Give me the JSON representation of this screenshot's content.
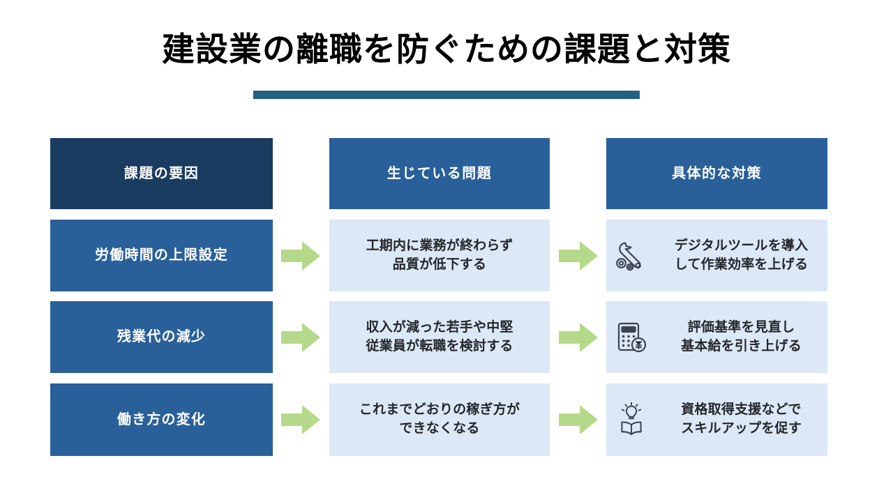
{
  "slide": {
    "title": "建設業の離職を防ぐための課題と対策",
    "accent_color": "#246180",
    "header_dark_color": "#1b3c61",
    "header_blue_color": "#2a6099",
    "light_cell_color": "#dce8f5",
    "arrow_color": "#b5d98a"
  },
  "columns": [
    {
      "header": "課題の要因"
    },
    {
      "header": "生じている問題"
    },
    {
      "header": "具体的な対策"
    }
  ],
  "rows": [
    {
      "cause": "労働時間の上限設定",
      "problem_line1": "工期内に業務が終わらず",
      "problem_line2": "品質が低下する",
      "measure_icon": "wrench-gear-icon",
      "measure_line1": "デジタルツールを導入",
      "measure_line2": "して作業効率を上げる"
    },
    {
      "cause": "残業代の減少",
      "problem_line1": "収入が減った若手や中堅",
      "problem_line2": "従業員が転職を検討する",
      "measure_icon": "calculator-yen-icon",
      "measure_line1": "評価基準を見直し",
      "measure_line2": "基本給を引き上げる"
    },
    {
      "cause": "働き方の変化",
      "problem_line1": "これまでどおりの稼ぎ方が",
      "problem_line2": "できなくなる",
      "measure_icon": "lightbulb-book-icon",
      "measure_line1": "資格取得支援などで",
      "measure_line2": "スキルアップを促す"
    }
  ],
  "arrows": {
    "icon": "right-arrow-icon",
    "count": 6
  }
}
